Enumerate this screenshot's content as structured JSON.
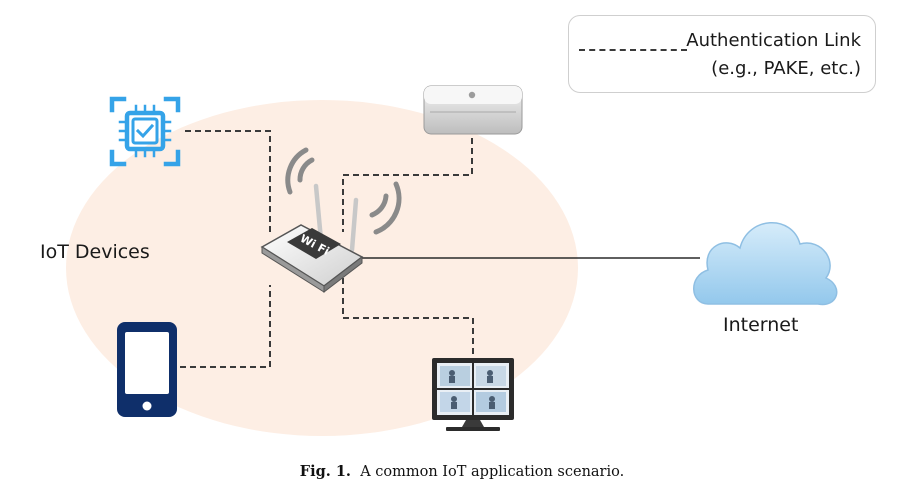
{
  "legend": {
    "title": "Authentication Link",
    "subtitle": "(e.g., PAKE, etc.)"
  },
  "labels": {
    "iot_devices": "IoT Devices",
    "internet": "Internet",
    "router_text": "Wi Fi"
  },
  "caption": {
    "prefix": "Fig. 1.",
    "text": "A common IoT application scenario."
  },
  "icons": [
    "chip-icon",
    "smartphone-icon",
    "mac-mini-icon",
    "wifi-router-icon",
    "monitor-icon",
    "cloud-icon"
  ],
  "colors": {
    "ellipse": "#fdeee4",
    "chip": "#35a3e8",
    "phone": "#0f2f6a",
    "cloud": "#a9d6f2",
    "dashed_link": "#3a3a3a"
  }
}
